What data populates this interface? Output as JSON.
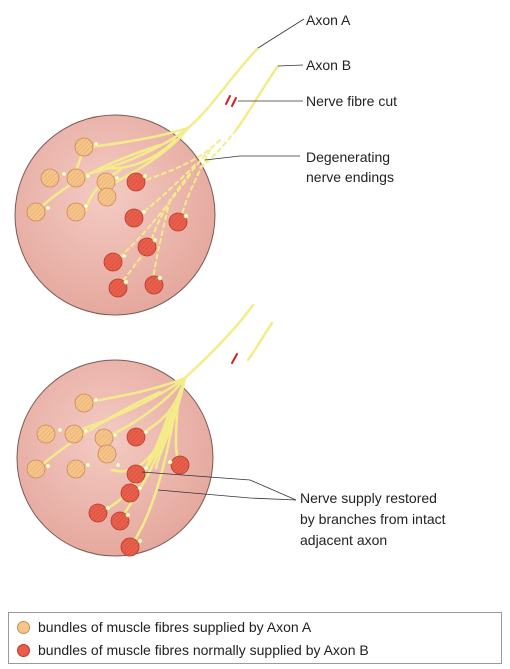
{
  "labels": {
    "axon_a": "Axon A",
    "axon_b": "Axon B",
    "nerve_fibre_cut": "Nerve fibre cut",
    "degenerating_line1": "Degenerating",
    "degenerating_line2": "nerve endings",
    "restored_line1": "Nerve supply restored",
    "restored_line2": "by branches from intact",
    "restored_line3": "adjacent axon"
  },
  "legend": {
    "axon_a": "bundles of muscle fibres supplied by Axon A",
    "axon_b": "bundles of muscle fibres normally supplied by Axon B"
  },
  "colors": {
    "axon_a_bundle": "#f5c58a",
    "axon_b_bundle": "#e85c4a",
    "muscle": "#e9b0a6",
    "nerve": "#f4ec8a",
    "cut_mark": "#d42020"
  }
}
